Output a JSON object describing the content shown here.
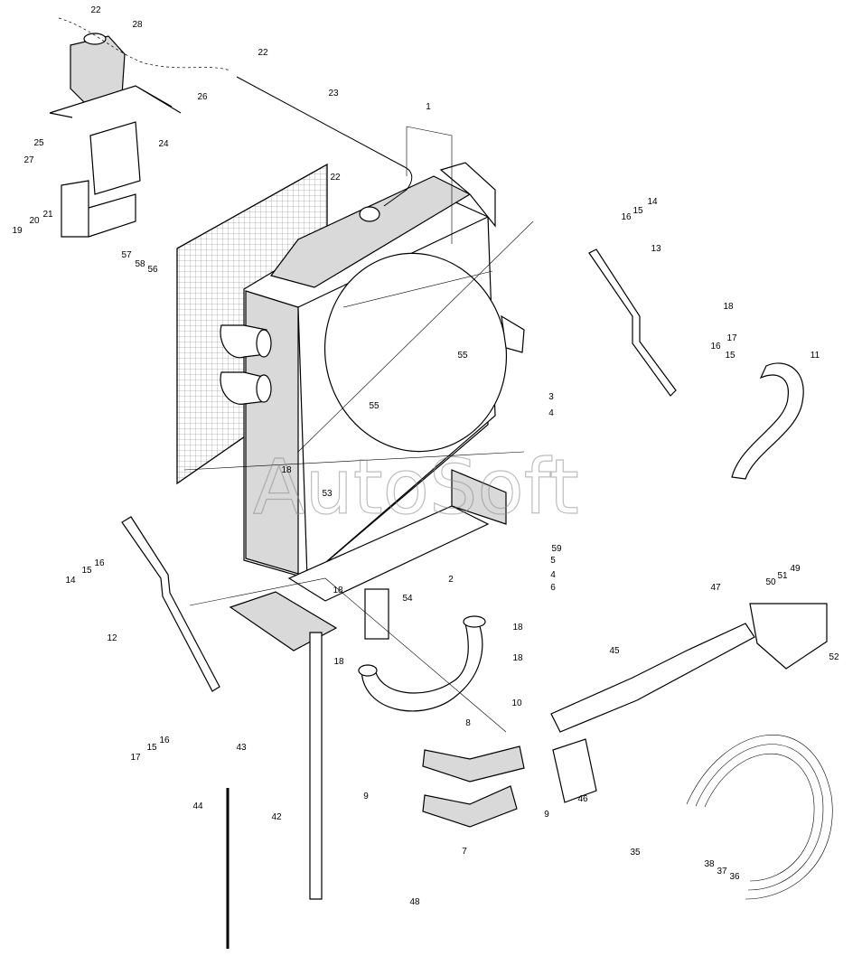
{
  "watermark": "AutoSoft",
  "callouts": [
    "22",
    "28",
    "22",
    "23",
    "26",
    "25",
    "24",
    "27",
    "19",
    "20",
    "21",
    "22",
    "1",
    "57",
    "58",
    "56",
    "14",
    "16",
    "15",
    "13",
    "18",
    "55",
    "17",
    "16",
    "15",
    "11",
    "55",
    "3",
    "4",
    "18",
    "53",
    "18",
    "14",
    "15",
    "16",
    "12",
    "59",
    "5",
    "4",
    "6",
    "2",
    "18",
    "54",
    "18",
    "18",
    "10",
    "47",
    "50",
    "51",
    "49",
    "52",
    "45",
    "43",
    "17",
    "15",
    "16",
    "8",
    "9",
    "46",
    "44",
    "42",
    "9",
    "7",
    "35",
    "38",
    "37",
    "36",
    "48"
  ]
}
